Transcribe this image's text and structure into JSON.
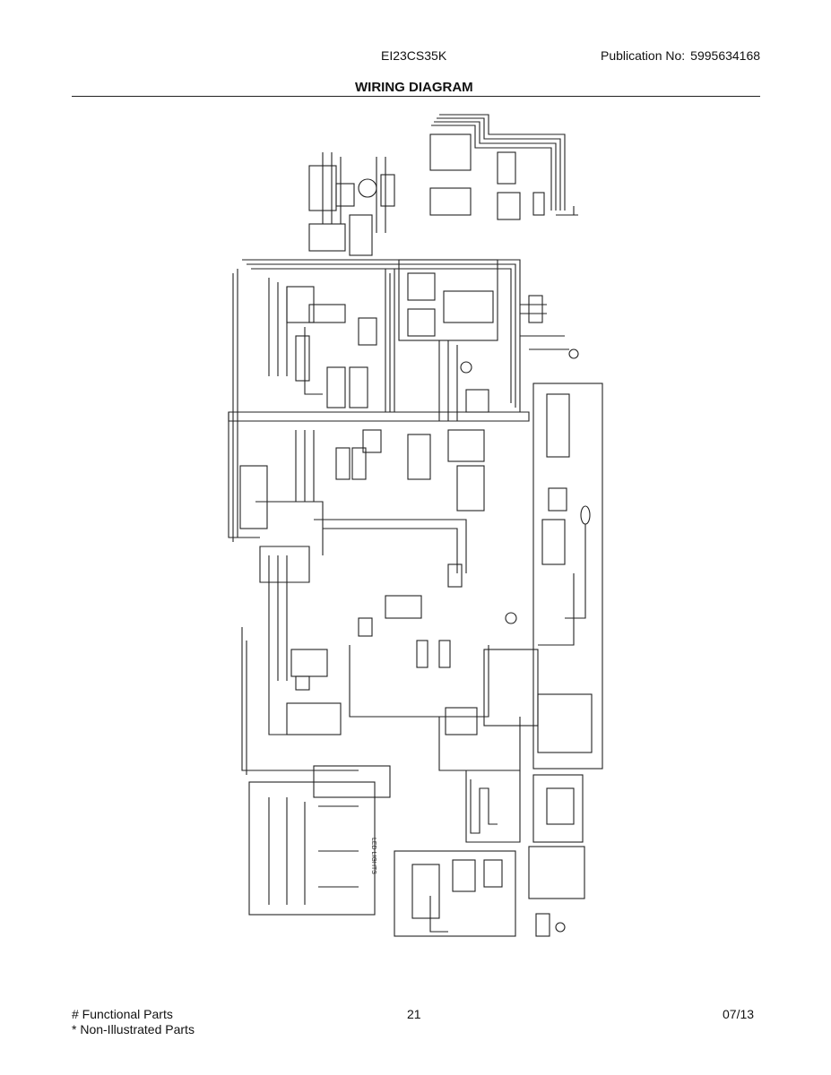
{
  "header": {
    "model": "EI23CS35K",
    "publication_label": "Publication No:",
    "publication_number": "5995634168"
  },
  "title": "WIRING DIAGRAM",
  "footer": {
    "note_functional": "# Functional Parts",
    "note_non_illustrated": "* Non-Illustrated Parts",
    "page_number": "21",
    "date": "07/13"
  },
  "diagram": {
    "label_led_lights": "LED LIGHTS"
  }
}
